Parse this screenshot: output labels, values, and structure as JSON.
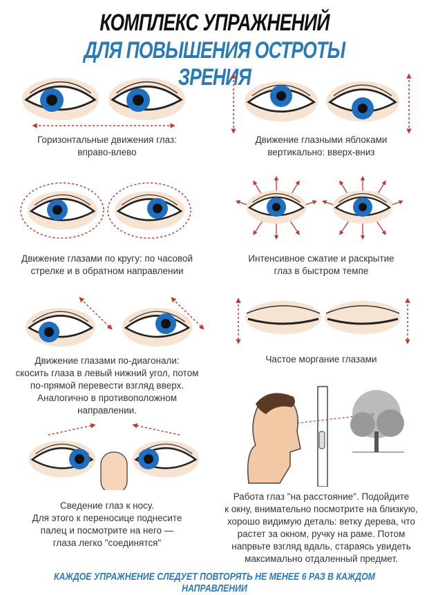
{
  "title": {
    "line1": "КОМПЛЕКС УПРАЖНЕНИЙ",
    "line2": "ДЛЯ ПОВЫШЕНИЯ ОСТРОТЫ ЗРЕНИЯ"
  },
  "exercises": [
    {
      "caption": [
        "Горизонтальные движения глаз:",
        "вправо-влево"
      ]
    },
    {
      "caption": [
        "Движение глазными яблоками",
        "вертикально: вверх-вниз"
      ]
    },
    {
      "caption": [
        "Движение глазами по кругу: по часовой",
        "стрелке и в обратном направлении"
      ]
    },
    {
      "caption": [
        "Интенсивное сжатие и раскрытие",
        "глаз в быстром темпе"
      ]
    },
    {
      "caption": [
        "Движение глазами по-диагонали:",
        "скосить глаза в левый нижний угол, потом",
        "по-прямой перевести взгляд вверх.",
        "Аналогично в противоположном",
        "направлении."
      ]
    },
    {
      "caption": [
        "Частое моргание глазами"
      ]
    },
    {
      "caption": [
        "Сведение глаз к носу.",
        "Для этого к переносице поднесите",
        "палец и посмотрите на него —",
        "глаза легко \"соединятся\""
      ]
    },
    {
      "caption": [
        "Работа глаз \"на расстояние\". Подойдите",
        "к окну, внимательно посмотрите на близкую,",
        "хорошо видимую деталь: ветку дерева, что",
        "растет за окном, ручку на раме. Потом",
        "напрвьте взгляд вдаль, стараясь увидеть",
        "максимально отдаленный предмет."
      ]
    }
  ],
  "footer": "КАЖДОЕ УПРАЖНЕНИЕ СЛЕДУЕТ ПОВТОРЯТЬ НЕ МЕНЕЕ 6 РАЗ В КАЖДОМ НАПРАВЛЕНИИ",
  "colors": {
    "title_blue": "#2a7ab5",
    "iris": "#1f6fc0",
    "arrow": "#c0392b",
    "skin": "#f3dcc8"
  }
}
